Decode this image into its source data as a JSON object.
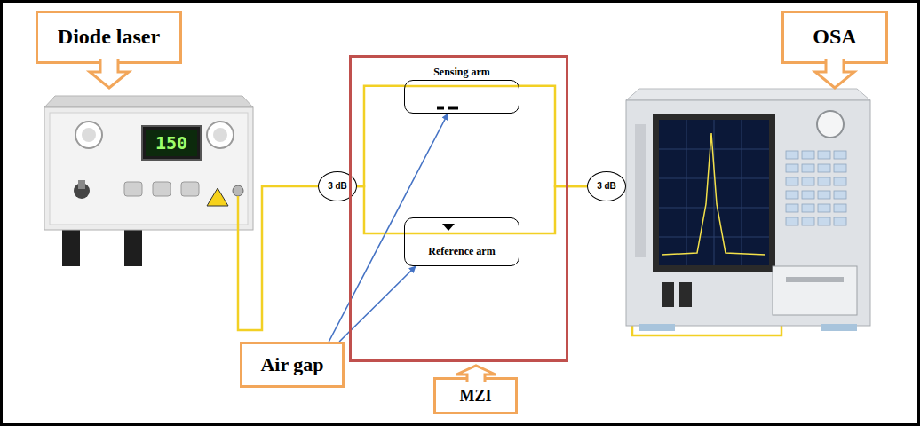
{
  "diagram": {
    "nodes": [
      {
        "text": [
          "Diode laser"
        ]
      },
      {
        "text": [
          "OSA"
        ]
      },
      {
        "text": [
          "3 dB"
        ]
      },
      {
        "text": []
      },
      {
        "text": [
          "Sensing arm"
        ],
        "in": 3
      },
      {
        "text": [
          "Reference arm"
        ],
        "in": 3
      },
      {
        "text": [
          "3 dB"
        ]
      },
      {
        "text": [
          "Air gap"
        ]
      },
      {
        "text": [
          "MZI"
        ]
      }
    ],
    "edges": [
      {
        "from": 2,
        "to": 4,
        "arrow": "none"
      },
      {
        "from": 2,
        "to": 5,
        "arrow": "none"
      },
      {
        "from": 4,
        "to": 6,
        "arrow": "none"
      },
      {
        "from": 5,
        "to": 6,
        "arrow": "none"
      },
      {
        "from": 7,
        "to": 4,
        "arrow": "to"
      },
      {
        "from": 7,
        "to": 5,
        "arrow": "to"
      }
    ],
    "labels": [
      "150"
    ]
  }
}
